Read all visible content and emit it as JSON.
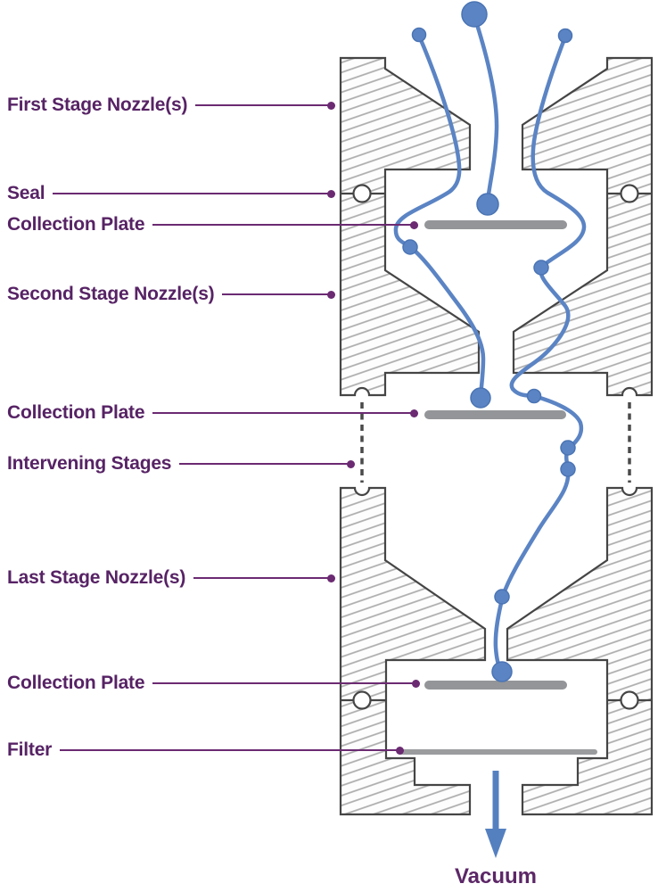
{
  "diagram": {
    "type": "cascade-impactor-cross-section",
    "labels": [
      {
        "id": "first-stage-nozzles",
        "text": "First Stage Nozzle(s)"
      },
      {
        "id": "seal",
        "text": "Seal"
      },
      {
        "id": "collection-plate-1",
        "text": "Collection Plate"
      },
      {
        "id": "second-stage-nozzles",
        "text": "Second Stage Nozzle(s)"
      },
      {
        "id": "collection-plate-2",
        "text": "Collection Plate"
      },
      {
        "id": "intervening-stages",
        "text": "Intervening Stages"
      },
      {
        "id": "last-stage-nozzles",
        "text": "Last Stage Nozzle(s)"
      },
      {
        "id": "collection-plate-3",
        "text": "Collection Plate"
      },
      {
        "id": "filter",
        "text": "Filter"
      },
      {
        "id": "vacuum",
        "text": "Vacuum"
      }
    ],
    "colors": {
      "label_text": "#572365",
      "leader_line": "#6b2a72",
      "flow_blue": "#5b84c4",
      "plate_gray": "#939598",
      "body_outline": "#454545",
      "hatch_line": "#adadad"
    }
  }
}
